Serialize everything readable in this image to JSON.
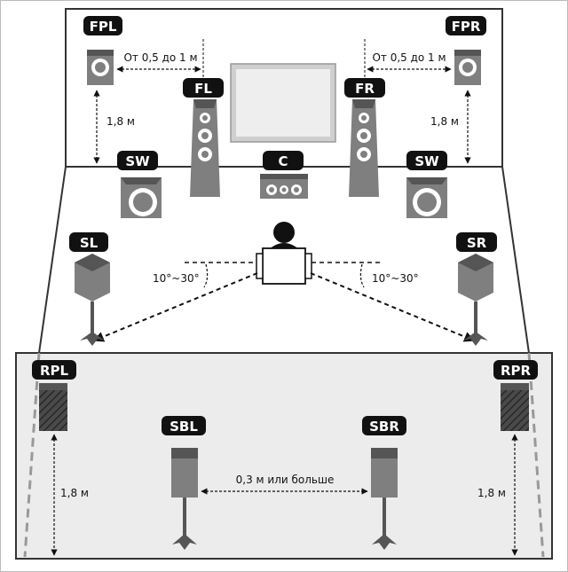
{
  "speakers": {
    "fpl": "FPL",
    "fpr": "FPR",
    "fl": "FL",
    "fr": "FR",
    "c": "C",
    "sw_left": "SW",
    "sw_right": "SW",
    "sl": "SL",
    "sr": "SR",
    "rpl": "RPL",
    "rpr": "RPR",
    "sbl": "SBL",
    "sbr": "SBR"
  },
  "labels": {
    "front_presence_distance_left": "От 0,5 до 1 м",
    "front_presence_distance_right": "От 0,5 до 1 м",
    "front_height_left": "1,8 м",
    "front_height_right": "1,8 м",
    "surround_angle_left": "10°~30°",
    "surround_angle_right": "10°~30°",
    "surround_back_distance": "0,3 м или больше",
    "rear_height_left": "1,8 м",
    "rear_height_right": "1,8 м"
  },
  "colors": {
    "badge": "#111111",
    "speaker_body": "#7f7f7f",
    "wall_fill": "#ececec",
    "outline": "#333333"
  }
}
